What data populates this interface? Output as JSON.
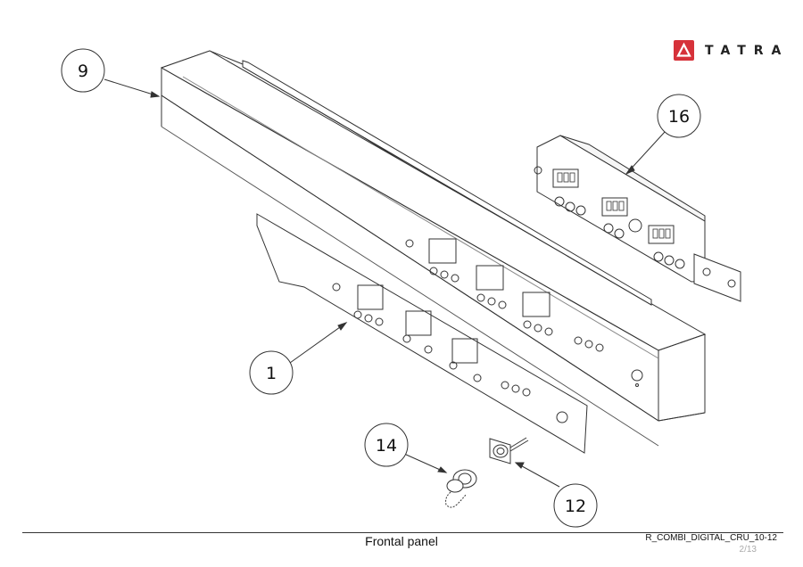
{
  "brand": {
    "name": "TATRA",
    "accent_color": "#d6323a",
    "icon": "tatra-triangle-icon"
  },
  "callouts": [
    {
      "id": "9",
      "label": "9"
    },
    {
      "id": "16",
      "label": "16"
    },
    {
      "id": "1",
      "label": "1"
    },
    {
      "id": "14",
      "label": "14"
    },
    {
      "id": "12",
      "label": "12"
    }
  ],
  "footer": {
    "title": "Frontal panel",
    "document_code": "R_COMBI_DIGITAL_CRU_10-12",
    "page": "2/13"
  }
}
